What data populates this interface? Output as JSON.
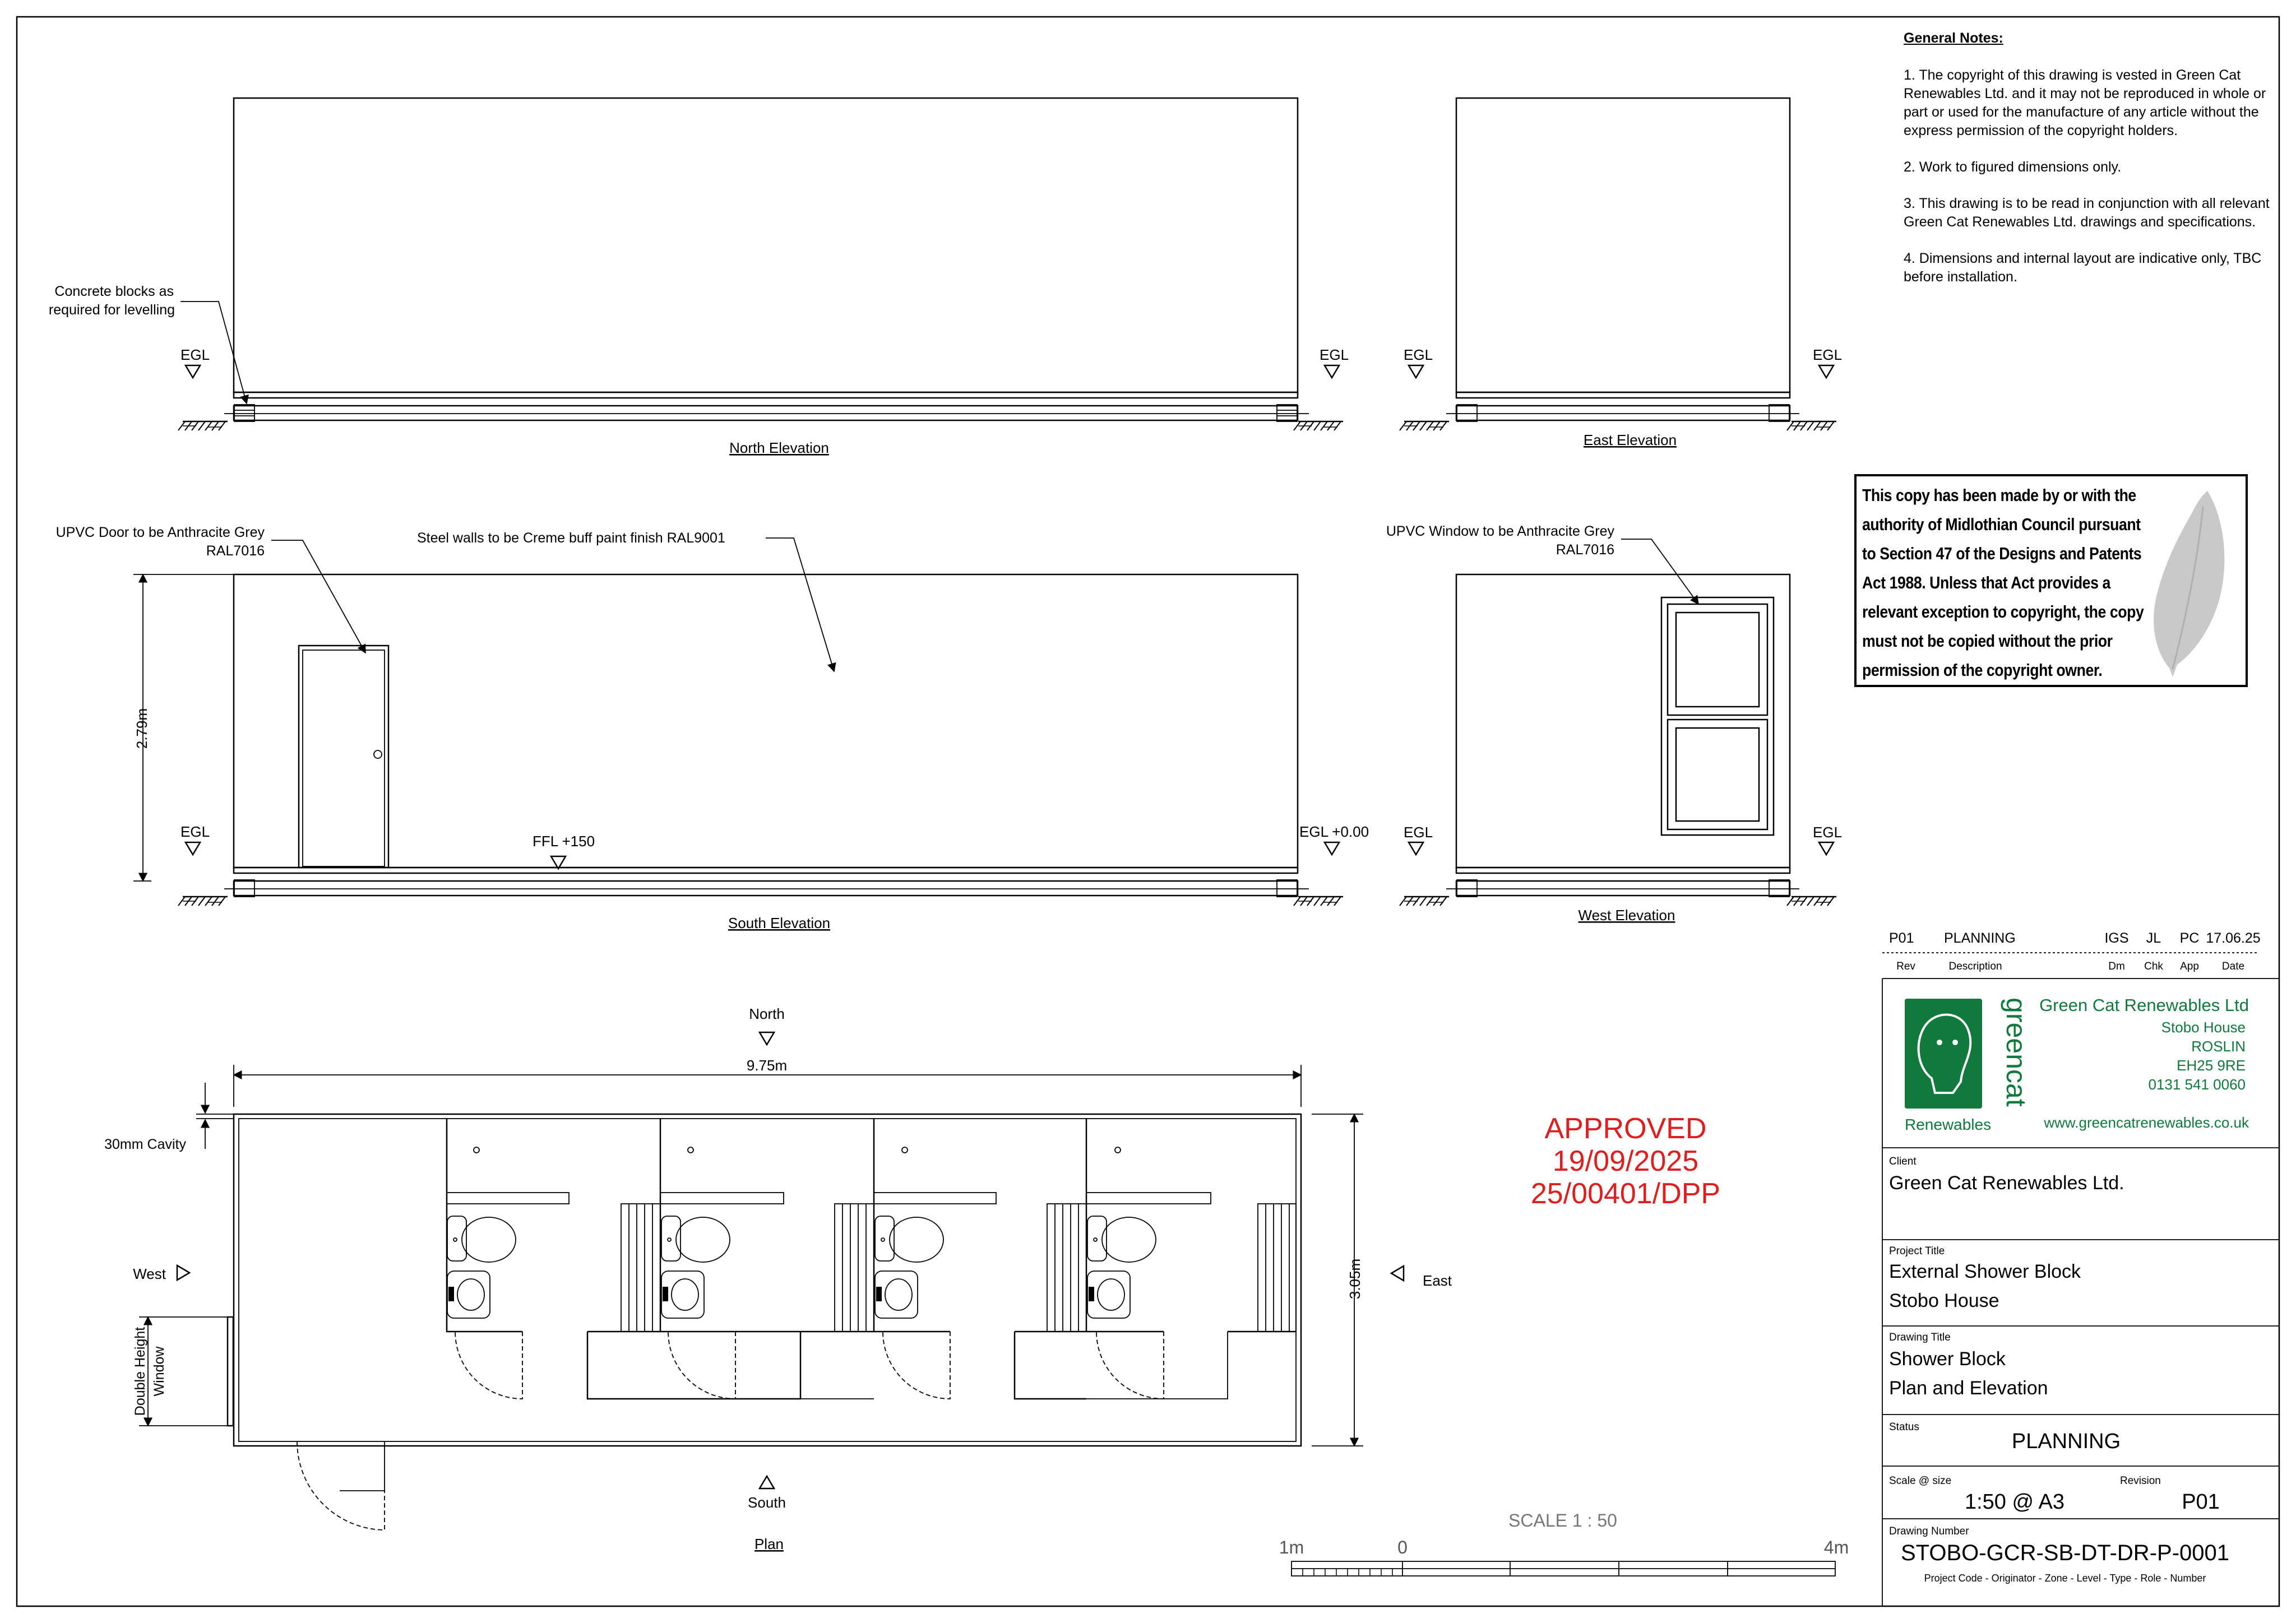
{
  "notes": {
    "title": "General Notes:",
    "items": [
      "1. The copyright of this drawing is vested in Green Cat Renewables Ltd. and it may not be reproduced in whole or part or used for the manufacture of any article without the express permission of the copyright holders.",
      "2. Work to figured dimensions only.",
      "3. This drawing is to be read in conjunction with all relevant Green Cat Renewables Ltd. drawings and specifications.",
      "4. Dimensions and internal layout are indicative only, TBC before installation."
    ]
  },
  "copyright_notice": {
    "lines": [
      "This copy has been made by or with the",
      "authority of Midlothian Council pursuant",
      "to Section 47 of the Designs and Patents",
      "Act 1988. Unless that Act provides a",
      "relevant exception to copyright, the copy",
      "must not be copied without the prior",
      "permission of the copyright owner."
    ]
  },
  "approval": {
    "status": "APPROVED",
    "date": "19/09/2025",
    "reference": "25/00401/DPP",
    "color": "#e11d1d"
  },
  "elevations": {
    "north": {
      "title": "North Elevation",
      "callout_line1": "Concrete blocks as",
      "callout_line2": "required for levelling",
      "egl_left": "EGL",
      "egl_right": "EGL"
    },
    "east": {
      "title": "East Elevation",
      "egl_left": "EGL",
      "egl_right": "EGL"
    },
    "south": {
      "title": "South Elevation",
      "door_note_line1": "UPVC Door to be Anthracite Grey",
      "door_note_line2": "RAL7016",
      "wall_note": "Steel walls to be Creme buff paint finish  RAL9001",
      "height_dim": "2.79m",
      "ffl": "FFL +150",
      "egl_left": "EGL",
      "egl_right": "EGL +0.00"
    },
    "west": {
      "title": "West Elevation",
      "window_note_line1": "UPVC Window to be Anthracite Grey",
      "window_note_line2": "RAL7016",
      "egl_left": "EGL",
      "egl_right": "EGL"
    }
  },
  "plan": {
    "title": "Plan",
    "north": "North",
    "south": "South",
    "east": "East",
    "west": "West",
    "length_dim": "9.75m",
    "width_dim": "3.05m",
    "cavity": "30mm Cavity",
    "window_line1": "Double Height",
    "window_line2": "Window"
  },
  "scale_bar": {
    "title": "SCALE 1 : 50",
    "left": "1m",
    "zero": "0",
    "right": "4m"
  },
  "title_block": {
    "revision_row": {
      "rev": "P01",
      "description": "PLANNING",
      "dm": "IGS",
      "chk": "JL",
      "app": "PC",
      "date": "17.06.25"
    },
    "headers": {
      "rev": "Rev",
      "description": "Description",
      "dm": "Dm",
      "chk": "Chk",
      "app": "App",
      "date": "Date"
    },
    "company": {
      "logo_word": "greencat",
      "logo_sub": "Renewables",
      "name": "Green Cat Renewables Ltd",
      "address1": "Stobo House",
      "address2": "ROSLIN",
      "postcode": "EH25 9RE",
      "phone": "0131 541 0060",
      "website": "www.greencatrenewables.co.uk",
      "brand_color": "#0f7a3c"
    },
    "client_label": "Client",
    "client": "Green Cat Renewables Ltd.",
    "project_title_label": "Project Title",
    "project_title_line1": "External Shower Block",
    "project_title_line2": "Stobo House",
    "drawing_title_label": "Drawing Title",
    "drawing_title_line1": "Shower Block",
    "drawing_title_line2": "Plan and Elevation",
    "status_label": "Status",
    "status": "PLANNING",
    "scale_label": "Scale @ size",
    "scale": "1:50 @ A3",
    "revision_label": "Revision",
    "revision": "P01",
    "drawing_number_label": "Drawing Number",
    "drawing_number": "STOBO-GCR-SB-DT-DR-P-0001",
    "drawing_number_key": "Project Code - Originator - Zone - Level - Type - Role - Number"
  }
}
